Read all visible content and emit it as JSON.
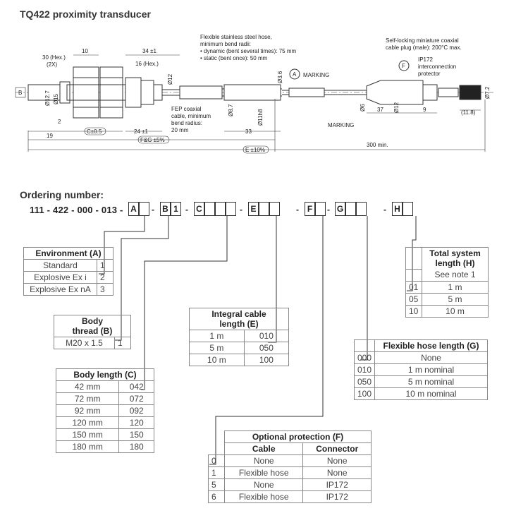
{
  "title": "TQ422 proximity transducer",
  "drawing": {
    "labels": {
      "hex30": "30 (Hex.)",
      "hex30_qty": "(2X)",
      "hex16": "16 (Hex.)",
      "flex_hose_1": "Flexible stainless steel hose,",
      "flex_hose_2": "minimum bend radii:",
      "flex_hose_3": "• dynamic (bent several times): 75 mm",
      "flex_hose_4": "• static (bent once): 50 mm",
      "plug_1": "Self-locking miniature coaxial",
      "plug_2": "cable plug (male): 200°C max.",
      "ip172_1": "IP172",
      "ip172_2": "interconnection",
      "ip172_3": "protector",
      "fep_1": "FEP coaxial",
      "fep_2": "cable, minimum",
      "fep_3": "bend radius:",
      "fep_4": "20 mm",
      "marking_a": "MARKING",
      "marking_b": "MARKING",
      "circ_a": "A",
      "circ_f": "F"
    },
    "dims": {
      "d10": "10",
      "d34": "34 ±1",
      "d19": "19",
      "d2": "2",
      "c05": "C±0.5",
      "d24": "24 ±1",
      "d33": "33",
      "d37": "37",
      "d9": "9",
      "d118": "(11.8)",
      "fg": "F&G ±5%",
      "e10": "E ±10%",
      "d300": "300 min.",
      "b": "B",
      "d127": "Ø12.7",
      "d15": "Ø15",
      "d12": "Ø12",
      "d36": "Ø3.6",
      "d87": "Ø8.7",
      "d11h8": "Ø11h8",
      "d6": "Ø6",
      "d12b": "Ø12",
      "d72": "Ø7.2"
    }
  },
  "ordering": {
    "label": "Ordering number:",
    "prefix": "111 - 422 - 000 - 013 -",
    "boxes": [
      "A",
      "",
      "B",
      "1",
      "C",
      "",
      "",
      "",
      "E",
      "",
      "",
      "F",
      "",
      "G",
      "",
      "",
      "H",
      ""
    ],
    "dashes": [
      "-",
      "-",
      "-",
      "-",
      "-"
    ]
  },
  "environment": {
    "header": "Environment (A)",
    "rows": [
      {
        "label": "Standard",
        "code": "1"
      },
      {
        "label": "Explosive Ex i",
        "code": "2"
      },
      {
        "label": "Explosive Ex nA",
        "code": "3"
      }
    ]
  },
  "body_thread": {
    "header_1": "Body",
    "header_2": "thread (B)",
    "rows": [
      {
        "label": "M20 x 1.5",
        "code": "1"
      }
    ]
  },
  "body_length": {
    "header": "Body length (C)",
    "rows": [
      {
        "label": "42 mm",
        "code": "042"
      },
      {
        "label": "72 mm",
        "code": "072"
      },
      {
        "label": "92 mm",
        "code": "092"
      },
      {
        "label": "120 mm",
        "code": "120"
      },
      {
        "label": "150 mm",
        "code": "150"
      },
      {
        "label": "180 mm",
        "code": "180"
      }
    ]
  },
  "integral_cable": {
    "header_1": "Integral cable",
    "header_2": "length (E)",
    "rows": [
      {
        "label": "1 m",
        "code": "010"
      },
      {
        "label": "5 m",
        "code": "050"
      },
      {
        "label": "10 m",
        "code": "100"
      }
    ]
  },
  "total_length": {
    "header_1": "Total system",
    "header_2": "length (H)",
    "note": "See note 1",
    "rows": [
      {
        "code": "01",
        "label": "1 m"
      },
      {
        "code": "05",
        "label": "5 m"
      },
      {
        "code": "10",
        "label": "10 m"
      }
    ]
  },
  "flex_hose": {
    "header": "Flexible hose length (G)",
    "rows": [
      {
        "code": "000",
        "label": "None"
      },
      {
        "code": "010",
        "label": "1 m nominal"
      },
      {
        "code": "050",
        "label": "5 m nominal"
      },
      {
        "code": "100",
        "label": "10 m nominal"
      }
    ]
  },
  "protection": {
    "header": "Optional protection (F)",
    "col_cable": "Cable",
    "col_connector": "Connector",
    "rows": [
      {
        "code": "0",
        "cable": "None",
        "connector": "None"
      },
      {
        "code": "1",
        "cable": "Flexible hose",
        "connector": "None"
      },
      {
        "code": "5",
        "cable": "None",
        "connector": "IP172"
      },
      {
        "code": "6",
        "cable": "Flexible hose",
        "connector": "IP172"
      }
    ]
  },
  "colors": {
    "line": "#333333",
    "text": "#222222",
    "table_border": "#888888"
  }
}
